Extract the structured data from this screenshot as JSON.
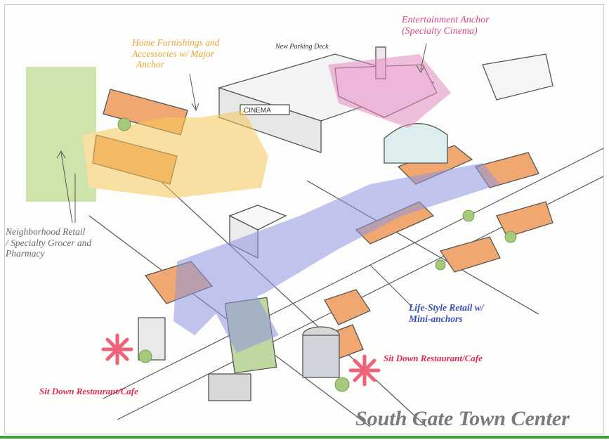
{
  "title": "South Gate Town Center",
  "labels": {
    "home_furnishings": [
      "Home Furnishings and",
      "Accessories w/ Major",
      "Anchor"
    ],
    "parking": "New Parking Deck",
    "entertainment": [
      "Entertainment Anchor",
      "(Specialty Cinema)"
    ],
    "neighborhood": [
      "Neighborhood Retail",
      "/ Specialty Grocer and",
      "Pharmacy"
    ],
    "lifestyle": [
      "Life-Style Retail w/",
      "Mini-anchors"
    ],
    "sit_down_left": "Sit Down Restaurant/Cafe",
    "sit_down_right": "Sit Down Restaurant/Cafe",
    "building_sign": "CINEMA"
  },
  "colors": {
    "neighborhood_zone": "#a9d06a",
    "home_zone": "#f7c75a",
    "entertainment_zone": "#e58bc3",
    "lifestyle_zone": "#8f96e0",
    "restaurant_marker": "#f0617a",
    "roof": "#f0a870",
    "tree": "#a6c97a",
    "frame_rule": "#3aa334"
  },
  "icons": [
    "restaurant-asterisk-icon",
    "leader-arrow-icon"
  ]
}
